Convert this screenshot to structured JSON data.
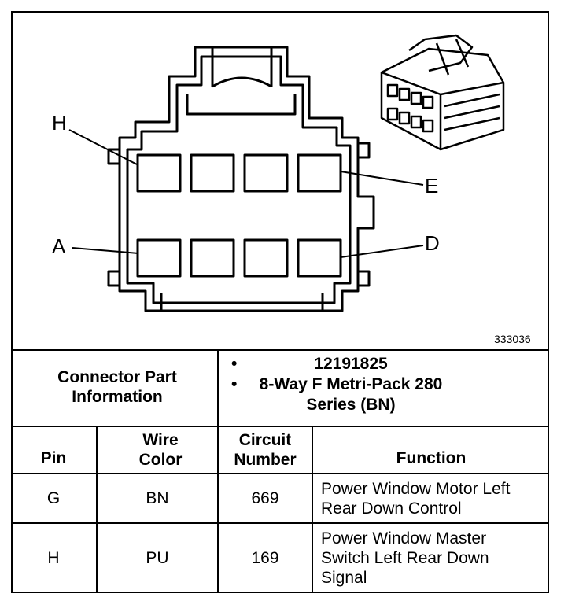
{
  "figure": {
    "pin_labels": {
      "top_left": "H",
      "top_right": "E",
      "bottom_left": "A",
      "bottom_right": "D"
    },
    "figure_number": "333036"
  },
  "connector_info": {
    "label": "Connector Part Information",
    "items": [
      "12191825",
      "8-Way F Metri-Pack 280 Series (BN)"
    ]
  },
  "table": {
    "headers": {
      "pin": "Pin",
      "wire_color": "Wire Color",
      "circuit": "Circuit Number",
      "function": "Function"
    },
    "rows": [
      {
        "pin": "G",
        "wire_color": "BN",
        "circuit": "669",
        "function": "Power Window Motor Left Rear Down Control"
      },
      {
        "pin": "H",
        "wire_color": "PU",
        "circuit": "169",
        "function": "Power Window Master Switch Left Rear Down Signal"
      }
    ]
  }
}
